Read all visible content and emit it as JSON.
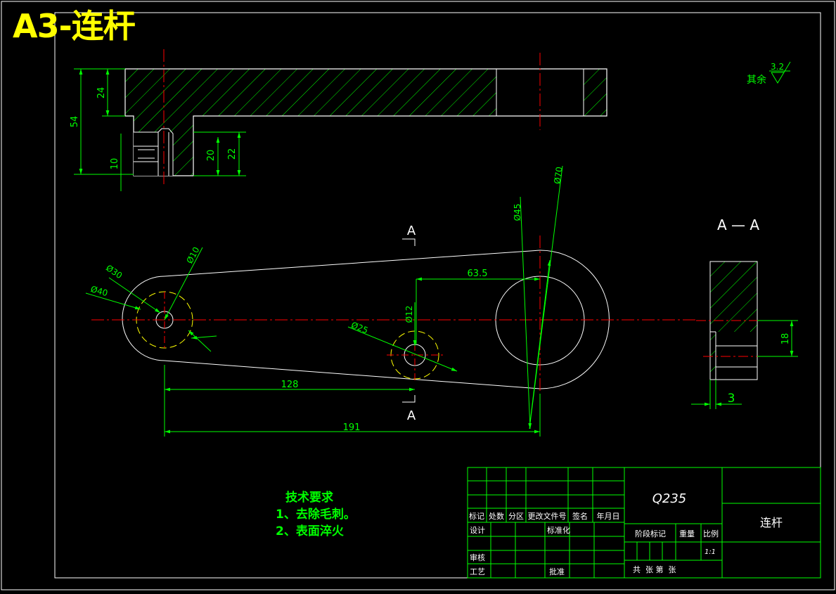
{
  "title": "A3-连杆",
  "colors": {
    "background": "#000000",
    "outline": "#ffffff",
    "dimension": "#00ff00",
    "centerline": "#ff0000",
    "hidden_circle": "#ffff00",
    "title": "#ffff00"
  },
  "roughness": {
    "label": "其余",
    "value": "3.2"
  },
  "section_label": "A — A",
  "section_marks": [
    "A",
    "A"
  ],
  "dimensions": {
    "d24": "24",
    "d54": "54",
    "d10": "10",
    "d20": "20",
    "d22": "22",
    "phi10": "Ø10",
    "phi30": "Ø30",
    "phi40": "Ø40",
    "phi45": "Ø45",
    "phi70": "Ø70",
    "phi12": "Ø12",
    "phi25": "Ø25",
    "d63_5": "63.5",
    "d128": "128",
    "d191": "191",
    "d18": "18",
    "d3": "3"
  },
  "tech_requirements": {
    "heading": "技术要求",
    "items": [
      "1、去除毛刺。",
      "2、表面淬火"
    ]
  },
  "title_block": {
    "material": "Q235",
    "part_name": "连杆",
    "row_labels": [
      "标记",
      "处数",
      "分区",
      "更改文件号",
      "签名",
      "年月日"
    ],
    "design": "设计",
    "standardize": "标准化",
    "review": "审核",
    "process": "工艺",
    "approve": "批准",
    "stage_mark": "阶段标记",
    "weight": "重量",
    "scale_label": "比例",
    "scale_value": "1:1",
    "sheets": "共  张 第  张"
  }
}
